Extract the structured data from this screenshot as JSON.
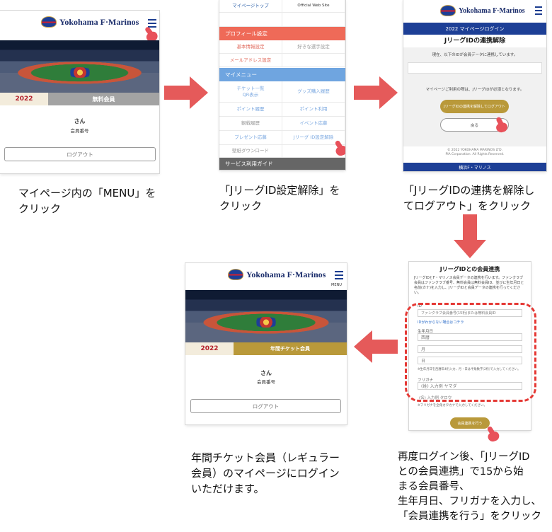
{
  "steps": {
    "s1": "マイページ内の「MENU」を\nクリック",
    "s2": "「JリーグID設定解除」を\nクリック",
    "s3": "「JリーグIDの連携を解除し\nてログアウト」をクリック",
    "s4": "再度ログイン後、「JリーグID\nとの会員連携」で15から始\nまる会員番号、\n生年月日、フリガナを入力し、\n「会員連携を行う」をクリック",
    "s5": "年間チケット会員（レギュラー\n会員）のマイページにログイン\nいただけます。"
  },
  "brand": {
    "logo_text": "Yokohama F·Marinos",
    "menu_label": "MENU"
  },
  "screen1": {
    "tricolor_badge": "2022",
    "membership": "無料会員",
    "name_suffix": "さん",
    "member_no_label": "会員番号",
    "logout": "ログアウト"
  },
  "screen2": {
    "top_left": "マイページトップ",
    "top_right": "Official Web Site",
    "sponsor1": "",
    "sponsor2": "",
    "profile_header": "プロフィール設定",
    "profile_items": [
      "基本情報設定",
      "好きな選手設定",
      "メールアドレス設定",
      ""
    ],
    "mymenu_header": "マイメニュー",
    "mymenu_items": [
      [
        "チケット一覧\nQR表示",
        "グッズ購入履歴"
      ],
      [
        "ポイント履歴",
        "ポイント利用"
      ],
      [
        "観戦履歴",
        "イベント応募"
      ],
      [
        "プレゼント応募",
        "Jリーグ ID設定解除"
      ],
      [
        "壁紙ダウンロード",
        ""
      ]
    ],
    "guide_header": "サービス利用ガイド"
  },
  "screen3": {
    "banner": "2022 マイページログイン",
    "title": "JリーグIDの連携解除",
    "msg1": "現在、以下のIDが会員データに連携しています。",
    "msg2": "マイページご利用の際は、JリーグIDが必須となります。",
    "btn_unlink": "JリーグIDの連携を解除してログアウト",
    "btn_back": "戻る",
    "copyright": "© 2022 YOKOHAMA MARINOS LTD.\nPIA Corporation. All Rights Reserved.",
    "footer": "横浜F・マリノス"
  },
  "screen4": {
    "title": "JリーグIDとの会員連携",
    "intro": "JリーグIDとF・マリノス会員データの連携を行います。ファンクラブ会員はファンクラブ番号、無料会員は無料会員ID、並びに生年月日と名前(カナ)を入力し、JリーグIDと会員データの連携を行ってください。",
    "id_label": "ID",
    "id_placeholder": "ファンクラブ会員番号(15桁)または無料会員ID",
    "id_link": "IDがわからない場合はコチラ",
    "dob_label": "生年月日",
    "year": "西暦",
    "month": "月",
    "day": "日",
    "dob_note": "※生年月日を西暦年4桁入力、月・日は半角数字(2桁)で入力してください。",
    "kana_label": "フリガナ",
    "sei": "(姓) 入力例 ヤマダ",
    "mei": "(名) 入力例 タロウ",
    "kana_note": "※フリガナを全角カタカナで入力してください。",
    "submit": "会員連携を行う"
  },
  "screen5": {
    "membership": "年間チケット会員",
    "name_suffix": "さん",
    "member_no_label": "会員番号",
    "logout": "ログアウト"
  },
  "colors": {
    "arrow": "#e55a5a",
    "navy": "#1b3c8f",
    "gold": "#b9993a",
    "gray": "#9b9b9b",
    "red": "#cf2030",
    "blue_header": "#6fa5e0",
    "coral": "#ef6a58"
  }
}
